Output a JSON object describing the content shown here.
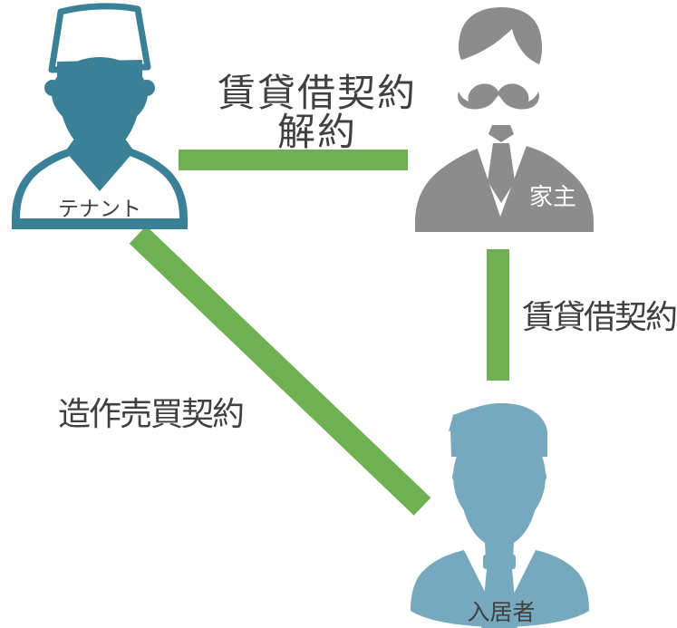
{
  "colors": {
    "green": "#6FB052",
    "teal": "#3A8096",
    "gray": "#8C8C8C",
    "blue": "#76A9BD",
    "text": "#404040",
    "white": "#FFFFFF",
    "background": "#FFFFFF"
  },
  "actors": [
    {
      "id": "tenant",
      "label": "テナント",
      "icon": "chef-person-icon",
      "color_key": "teal"
    },
    {
      "id": "landlord",
      "label": "家主",
      "icon": "mustached-person-icon",
      "color_key": "gray"
    },
    {
      "id": "resident",
      "label": "入居者",
      "icon": "suited-man-icon",
      "color_key": "blue"
    }
  ],
  "relations": [
    {
      "id": "tenant-landlord",
      "from": "テナント",
      "to": "家主",
      "label": "賃貸借契約\n解約",
      "shape": "horizontal-bar"
    },
    {
      "id": "landlord-resident",
      "from": "家主",
      "to": "入居者",
      "label": "賃貸借契約",
      "shape": "vertical-bar"
    },
    {
      "id": "tenant-resident",
      "from": "テナント",
      "to": "入居者",
      "label": "造作売買契約",
      "shape": "diagonal-bar"
    }
  ]
}
